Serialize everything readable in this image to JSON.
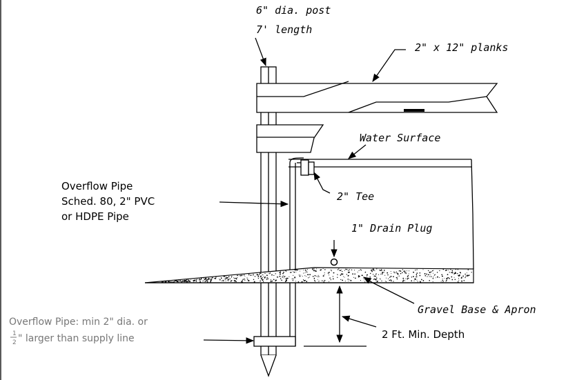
{
  "labels": {
    "post_line1": "6\" dia. post",
    "post_line2": "7' length",
    "planks": "2\" x 12\" planks",
    "water_surface": "Water Surface",
    "overflow_line1": "Overflow Pipe",
    "overflow_line2": "Sched. 80, 2\" PVC",
    "overflow_line3": "or HDPE Pipe",
    "tee": "2\" Tee",
    "drain_plug": "1\" Drain Plug",
    "gravel": "Gravel Base & Apron",
    "depth": "2 Ft. Min. Depth",
    "note_line1": "Overflow Pipe: min 2\" dia. or",
    "note_fraction_num": "1",
    "note_fraction_den": "2",
    "note_line2_rest": "\" larger than supply line"
  }
}
